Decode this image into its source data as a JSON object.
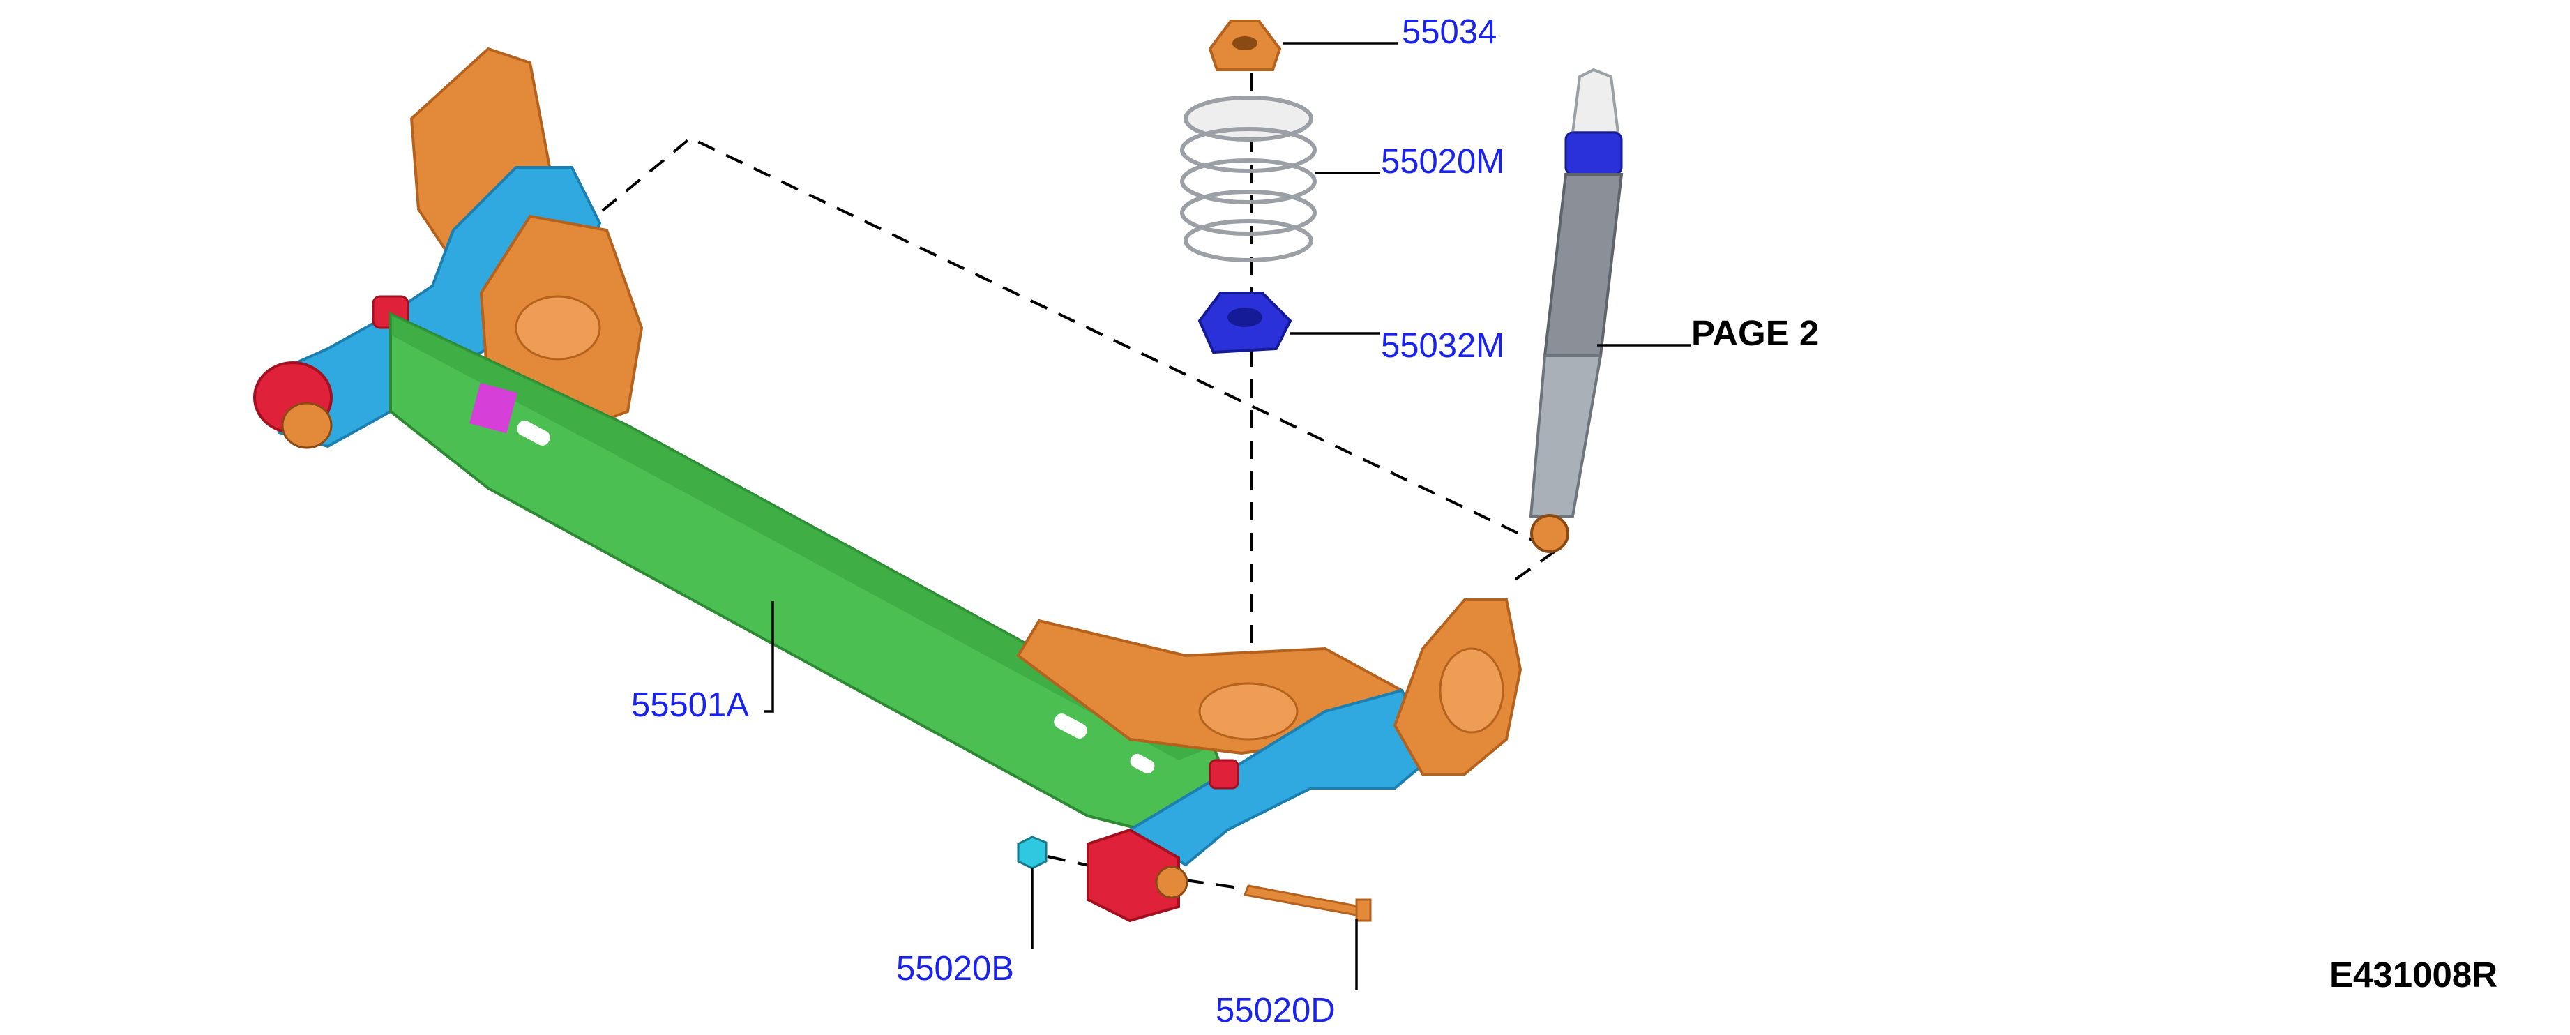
{
  "colors": {
    "part_label": "#1a22ee",
    "ref_label": "#000000",
    "crossmember": "#4cbf52",
    "crossmember_dark": "#36a33d",
    "trailing_arm": "#2fa9e0",
    "bracket": "#e38a3a",
    "bushing": "#e0213a",
    "insulator": "#2b31d9",
    "spring": "#eeeeee",
    "shock_body": "#8a8f98",
    "shock_rod": "#aab0b8",
    "pink_patch": "#d63fd8",
    "leader": "#000000"
  },
  "labels": {
    "upper_mount": "55034",
    "coil_spring": "55020M",
    "lower_insulator": "55032M",
    "shock_absorber_ref": "PAGE 2",
    "rear_axle": "55501A",
    "nut": "55020B",
    "bolt": "55020D",
    "illustration_id": "E431008R"
  }
}
